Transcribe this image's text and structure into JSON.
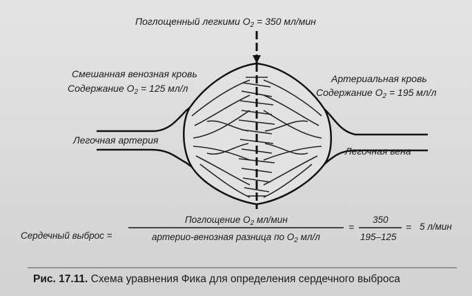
{
  "figure": {
    "top_label": "Поглощенный легкими O2 = 350 мл/мин",
    "mixed_venous": {
      "title": "Смешанная венозная кровь",
      "content": "Содержание O2 = 125 мл/л"
    },
    "arterial": {
      "title": "Артериальная кровь",
      "content": "Содержание O2 = 195 мл/л"
    },
    "pulmonary_artery": "Легочная артерия",
    "pulmonary_vein": "Легочная вена"
  },
  "equation": {
    "lhs": "Сердечный выброс =",
    "numerator": "Поглощение O2 мл/мин",
    "denominator": "артерио-венозная разница по O2 мл/л",
    "eq1": "=",
    "value_numerator": "350",
    "value_denominator": "195–125",
    "eq2": "=",
    "result": "5 л/мин"
  },
  "caption": {
    "label": "Рис. 17.11.",
    "text": "Схема уравнения Фика для определения сердечного выброса"
  }
}
